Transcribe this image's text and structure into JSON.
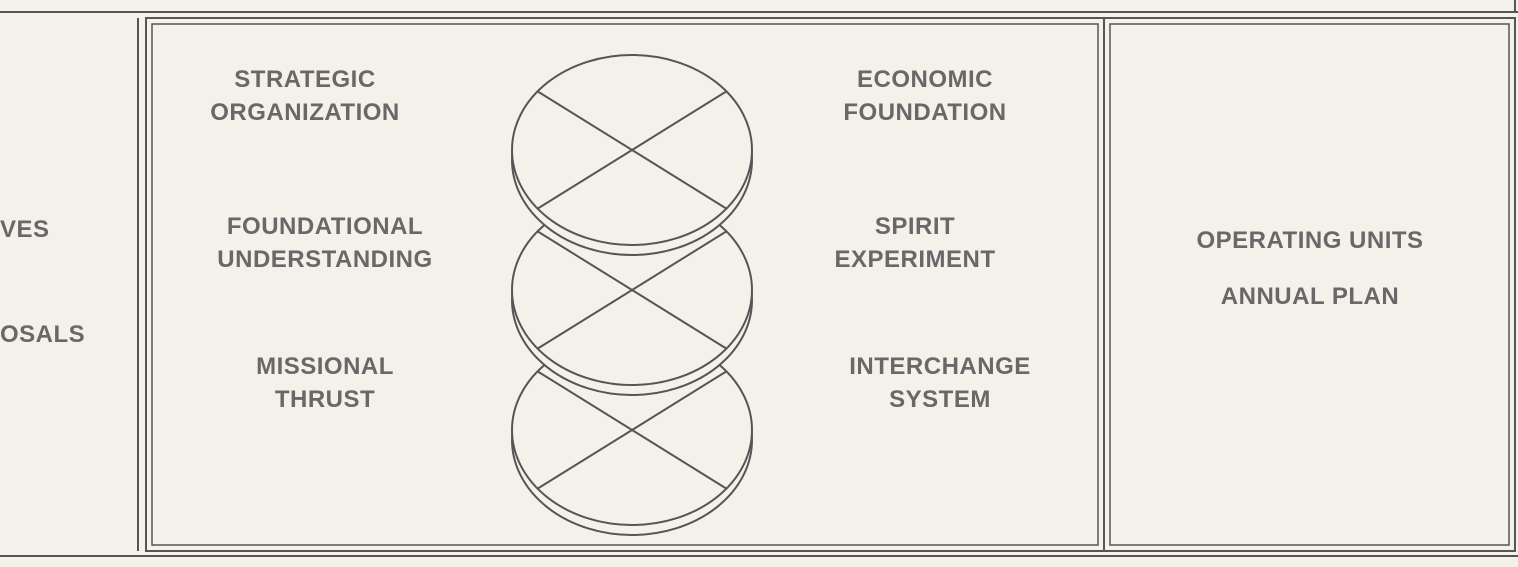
{
  "left_panel": {
    "fragment_1": "VES",
    "fragment_2": "OSALS"
  },
  "center_panel": {
    "left_labels": [
      {
        "line1": "STRATEGIC",
        "line2": "ORGANIZATION"
      },
      {
        "line1": "FOUNDATIONAL",
        "line2": "UNDERSTANDING"
      },
      {
        "line1": "MISSIONAL",
        "line2": "THRUST"
      }
    ],
    "right_labels": [
      {
        "line1": "ECONOMIC",
        "line2": "FOUNDATION"
      },
      {
        "line1": "SPIRIT",
        "line2": "EXPERIMENT"
      },
      {
        "line1": "INTERCHANGE",
        "line2": "SYSTEM"
      }
    ],
    "disc_count": 3
  },
  "right_panel": {
    "line1": "OPERATING UNITS",
    "line2": "ANNUAL PLAN"
  },
  "colors": {
    "paper": "#f4f1ea",
    "ink": "#686868",
    "line": "#555555"
  }
}
